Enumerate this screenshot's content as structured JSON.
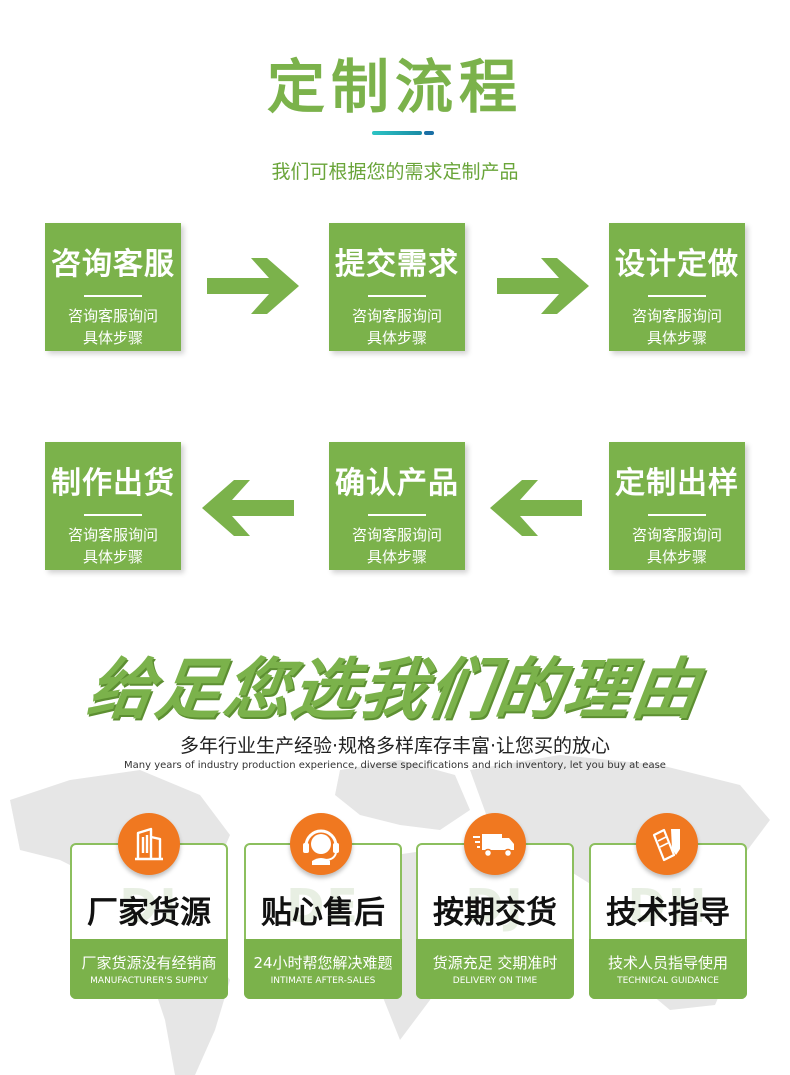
{
  "colors": {
    "accent": "#7bb24b",
    "orange": "#f07820",
    "dark_green": "#5d8f32"
  },
  "header": {
    "title": "定制流程",
    "subtitle": "我们可根据您的需求定制产品"
  },
  "process": {
    "steps": [
      {
        "title": "咨询客服",
        "desc_line1": "咨询客服询问",
        "desc_line2": "具体步骤"
      },
      {
        "title": "提交需求",
        "desc_line1": "咨询客服询问",
        "desc_line2": "具体步骤"
      },
      {
        "title": "设计定做",
        "desc_line1": "咨询客服询问",
        "desc_line2": "具体步骤"
      },
      {
        "title": "制作出货",
        "desc_line1": "咨询客服询问",
        "desc_line2": "具体步骤"
      },
      {
        "title": "确认产品",
        "desc_line1": "咨询客服询问",
        "desc_line2": "具体步骤"
      },
      {
        "title": "定制出样",
        "desc_line1": "咨询客服询问",
        "desc_line2": "具体步骤"
      }
    ]
  },
  "reasons": {
    "title": "给足您选我们的理由",
    "tagline": "多年行业生产经验·规格多样库存丰富·让您买的放心",
    "tagline_en": "Many years of industry production experience, diverse specifications and rich inventory, let you buy at ease",
    "features": [
      {
        "icon": "building-icon",
        "watermark": "DI",
        "title": "厂家货源",
        "cn": "厂家货源没有经销商",
        "en": "MANUFACTURER'S SUPPLY"
      },
      {
        "icon": "headset-icon",
        "watermark": "DE",
        "title": "贴心售后",
        "cn": "24小时帮您解决难题",
        "en": "INTIMATE AFTER-SALES"
      },
      {
        "icon": "truck-icon",
        "watermark": "DJ",
        "title": "按期交货",
        "cn": "货源充足 交期准时",
        "en": "DELIVERY ON TIME"
      },
      {
        "icon": "pencil-book-icon",
        "watermark": "DH",
        "title": "技术指导",
        "cn": "技术人员指导使用",
        "en": "TECHNICAL GUIDANCE"
      }
    ]
  }
}
